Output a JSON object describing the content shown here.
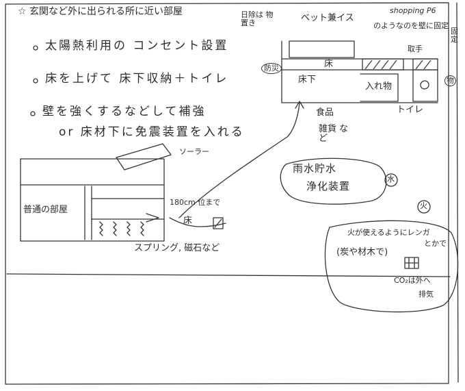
{
  "title": "玄関など外に出られる所に近い部屋",
  "star": "☆",
  "bullets": [
    "太陽熱利用の コンセント設置",
    "床を上げて 床下収納＋トイレ",
    "壁を強くするなどして補強",
    "or 床材下に免震装置を入れる"
  ],
  "labels": {
    "storage_top": "日除は 物置き",
    "bed": "ベット兼イス",
    "shopping": "shopping P6",
    "shopping_note": "のようなのを壁に固定",
    "fixed": "固定",
    "storage_front": "取手",
    "anti_disaster": "防災",
    "floor": "床",
    "underfloor": "床下",
    "container": "入れ物",
    "thing": "物",
    "toilet": "トイレ",
    "food": "食品",
    "goods": "雑貨 など",
    "solar": "ソーラー",
    "normal_room": "普通の部屋",
    "height": "180cm 位まで",
    "floor2": "床",
    "spring": "スプリング, 磁石など",
    "rain": "雨水貯水",
    "rain2": "浄化装置",
    "water": "水",
    "fire": "火",
    "fire_text": "火が使えるようにレンガ",
    "fire_text2": "とかで",
    "fuel": "(炭や材木で)",
    "co2": "CO₂は外へ",
    "exhaust": "排気"
  }
}
